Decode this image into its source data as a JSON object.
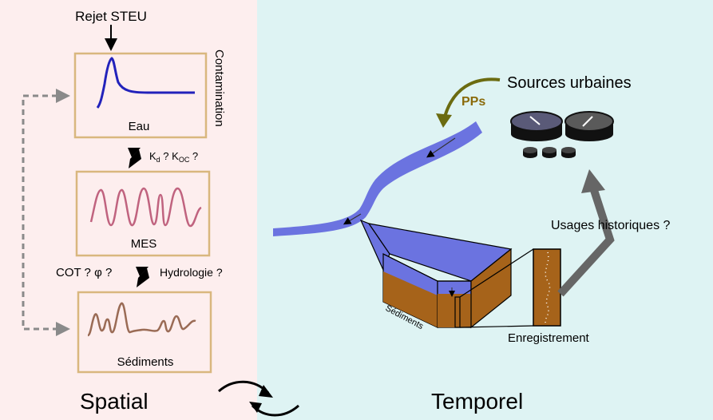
{
  "spatial_panel": {
    "top_label": "Rejet STEU",
    "side_label": "Contamination",
    "boxes": [
      {
        "label": "Eau"
      },
      {
        "label": "MES"
      },
      {
        "label": "Sédiments"
      }
    ],
    "kd_label_k": "K",
    "kd_label_d": "d",
    "kd_label_mid": " ? K",
    "kd_label_oc": "OC",
    "kd_label_end": " ?",
    "left_factors": "COT ? φ ?",
    "right_factors": "Hydrologie ?",
    "title": "Spatial"
  },
  "temporal_panel": {
    "sources_label": "Sources urbaines",
    "pps_label": "PPs",
    "usages_label": "Usages historiques ?",
    "sediments_label": "Sédiments",
    "record_label": "Enregistrement",
    "title": "Temporel"
  },
  "colors": {
    "spatial_bg": "#fdeeee",
    "temporal_bg": "#def3f3",
    "box_border": "#d9b77e",
    "water_line": "#2222bb",
    "mes_line": "#c0637f",
    "sed_line": "#9a6b55",
    "river": "#6b73e0",
    "sediment": "#a6631a",
    "pps": "#8a6a0a"
  }
}
